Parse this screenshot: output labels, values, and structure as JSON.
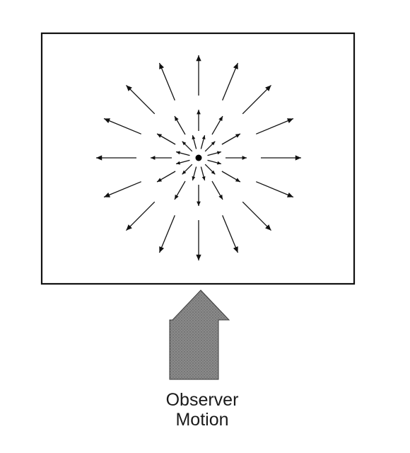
{
  "caption": {
    "line1": "Observer",
    "line2": "Motion"
  },
  "diagram": {
    "description_type": "optic-flow-expansion",
    "rings": [
      {
        "ring": 1,
        "arrow_count": 12
      },
      {
        "ring": 2,
        "arrow_count": 12
      },
      {
        "ring": 3,
        "arrow_count": 16
      }
    ],
    "colors": {
      "frame": "#111111",
      "arrows": "#111111",
      "focus_point": "#000000",
      "motion_arrow_fill": "#7a7a7a",
      "motion_arrow_stroke": "#3a3a3a"
    }
  }
}
